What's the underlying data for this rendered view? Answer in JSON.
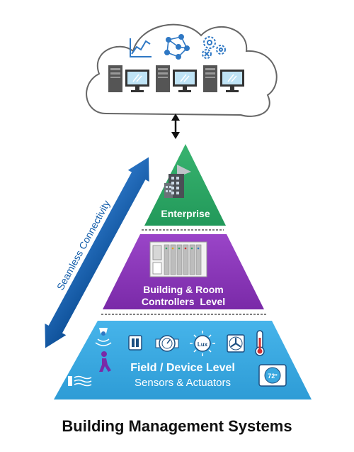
{
  "caption": "Building Management Systems",
  "connectivity_label": "Seamless Connectivity",
  "tiers": {
    "enterprise": {
      "label": "Enterprise"
    },
    "controllers": {
      "line1": "Building & Room",
      "line2": "Controllers  Level"
    },
    "field": {
      "line1": "Field / Device Level",
      "line2": "Sensors & Actuators"
    }
  },
  "thermostat_reading": "72°",
  "lux_label": "Lux",
  "colors": {
    "enterprise": "#2fa566",
    "controllers": "#8a35b8",
    "field": "#3aa8e0",
    "arrow": "#0f5aa8",
    "cloud_stroke": "#555555",
    "icon_blue": "#2f78c4"
  },
  "icons": {
    "cloud": [
      "line-chart-icon",
      "network-graph-icon",
      "gears-icon",
      "computer-server-icon",
      "monitor-icon"
    ],
    "field": [
      "motion-sensor-icon",
      "walking-person-icon",
      "light-switch-icon",
      "meter-icon",
      "lux-sensor-icon",
      "fan-icon",
      "thermometer-icon",
      "thermostat-icon",
      "airflow-icon"
    ]
  }
}
